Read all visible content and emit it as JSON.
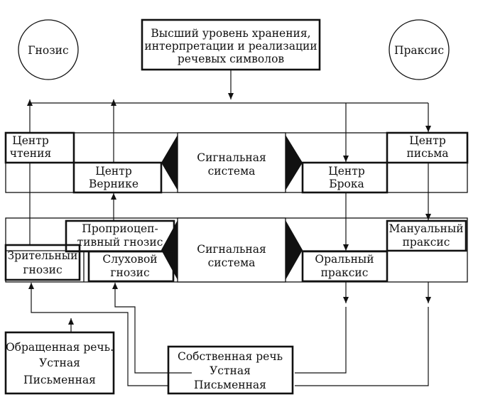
{
  "gnosis_label": "Гнозис",
  "praxis_label": "Праксис",
  "top_box": [
    "Высший уровень хранения,",
    "интерпретации и реализации",
    "речевых символов"
  ],
  "upper_band": {
    "reading_center": [
      "Центр",
      "чтения"
    ],
    "wernicke_center": [
      "Центр",
      "Вернике"
    ],
    "signal_system": [
      "Сигнальная",
      "система"
    ],
    "broca_center": [
      "Центр",
      "Брока"
    ],
    "writing_center": [
      "Центр",
      "письма"
    ]
  },
  "lower_band": {
    "proprioceptive_gnosis": [
      "Проприоцеп-",
      "тивный гнозис"
    ],
    "visual_gnosis": [
      "Зрительный",
      "гнозис"
    ],
    "auditory_gnosis": [
      "Слуховой",
      "гнозис"
    ],
    "signal_system": [
      "Сигнальная",
      "система"
    ],
    "oral_praxis": [
      "Оральный",
      "праксис"
    ],
    "manual_praxis": [
      "Мануальный",
      "праксис"
    ]
  },
  "addressed_speech": [
    "Обращенная речь.",
    "Устная",
    "Письменная"
  ],
  "own_speech": [
    "Собственная речь",
    "Устная",
    "Письменная"
  ],
  "colors": {
    "ink": "#111111",
    "paper": "#ffffff"
  }
}
